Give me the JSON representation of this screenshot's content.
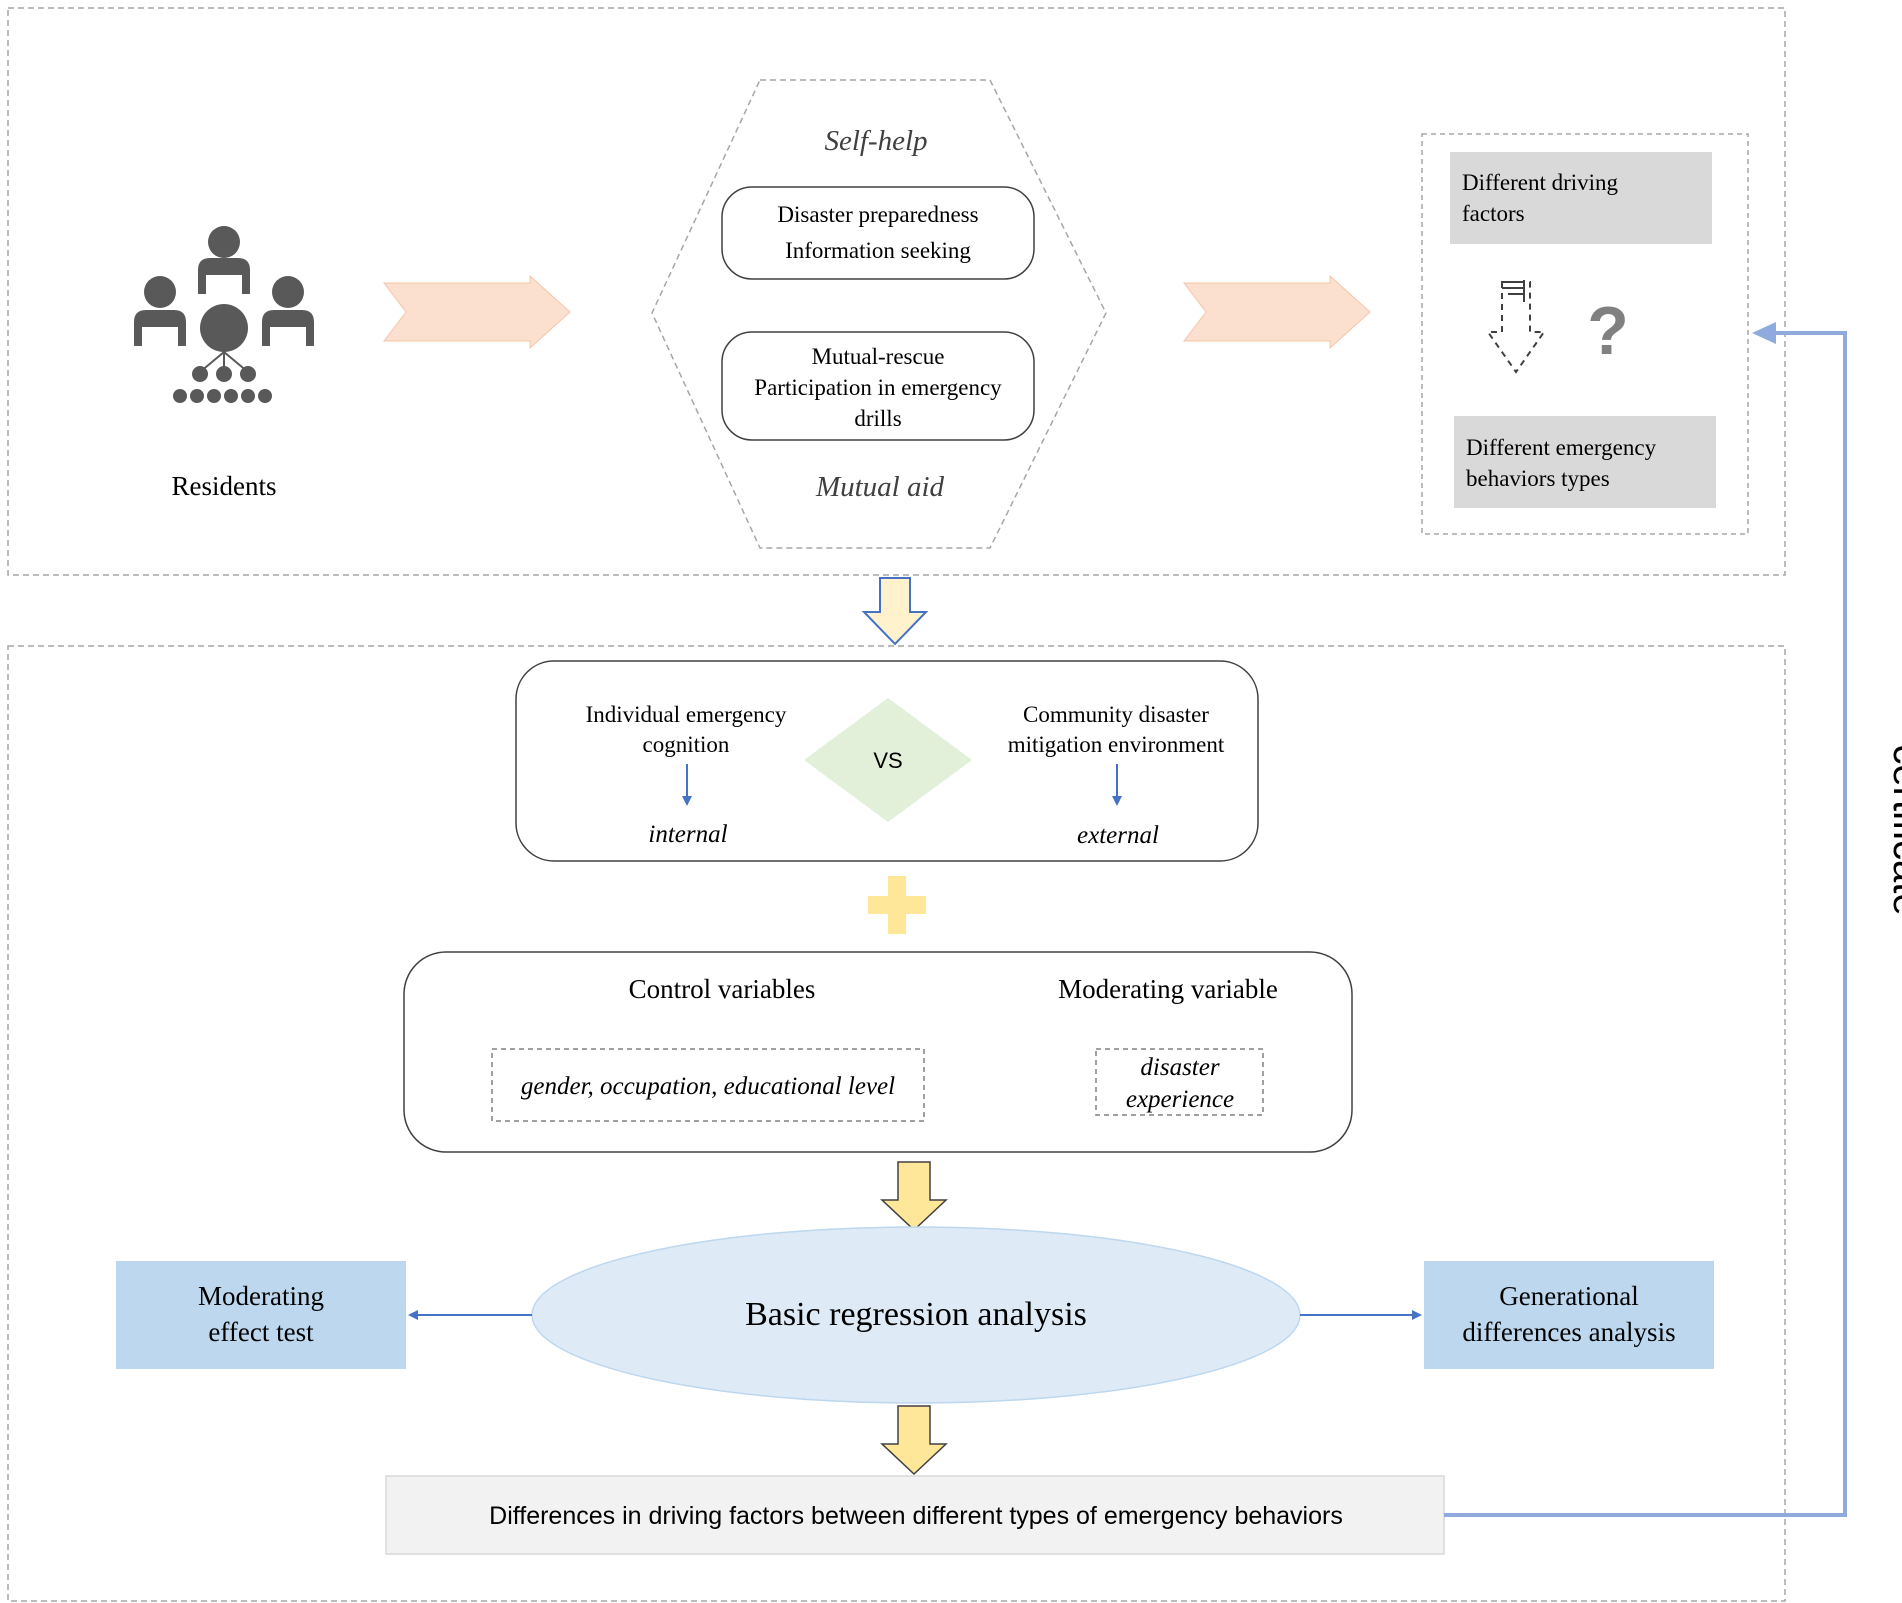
{
  "top_section": {
    "residents_label": "Residents",
    "self_help_label": "Self-help",
    "mutual_aid_label": "Mutual aid",
    "self_help_box": {
      "line1": "Disaster preparedness",
      "line2": "Information seeking"
    },
    "mutual_aid_box": {
      "line1": "Mutual-rescue",
      "line2": "Participation in emergency",
      "line3": "drills"
    },
    "driving_factors": {
      "line1": "Different driving",
      "line2": "factors"
    },
    "behaviors_types": {
      "line1": "Different emergency",
      "line2": "behaviors types"
    },
    "question_mark": "?"
  },
  "cognition_box": {
    "left": {
      "line1": "Individual emergency",
      "line2": "cognition",
      "sub": "internal"
    },
    "vs": "VS",
    "right": {
      "line1": "Community disaster",
      "line2": "mitigation environment",
      "sub": "external"
    }
  },
  "variables_box": {
    "control_title": "Control variables",
    "control_items": "gender, occupation, educational level",
    "moderating_title": "Moderating variable",
    "moderating_item": {
      "line1": "disaster",
      "line2": "experience"
    }
  },
  "analysis": {
    "regression": "Basic regression analysis",
    "moderating_test": {
      "line1": "Moderating",
      "line2": "effect test"
    },
    "generational": {
      "line1": "Generational",
      "line2": "differences analysis"
    },
    "result": "Differences in driving factors between different types of emergency behaviors",
    "certificate": "certificate"
  },
  "colors": {
    "salmon_arrow": "#FBE0CF",
    "yellow_arrow": "#FFE79A",
    "light_yellow_arrow": "#FFF2CC",
    "diamond": "#E2EFD9",
    "blue_box": "#BDD7EE",
    "ellipse": "#DEEBF7",
    "gray_box": "#D9D9D9",
    "result_box": "#F2F2F2",
    "connector_blue": "#8FAADC",
    "arrow_blue": "#4472C4",
    "icon_gray": "#595959"
  }
}
